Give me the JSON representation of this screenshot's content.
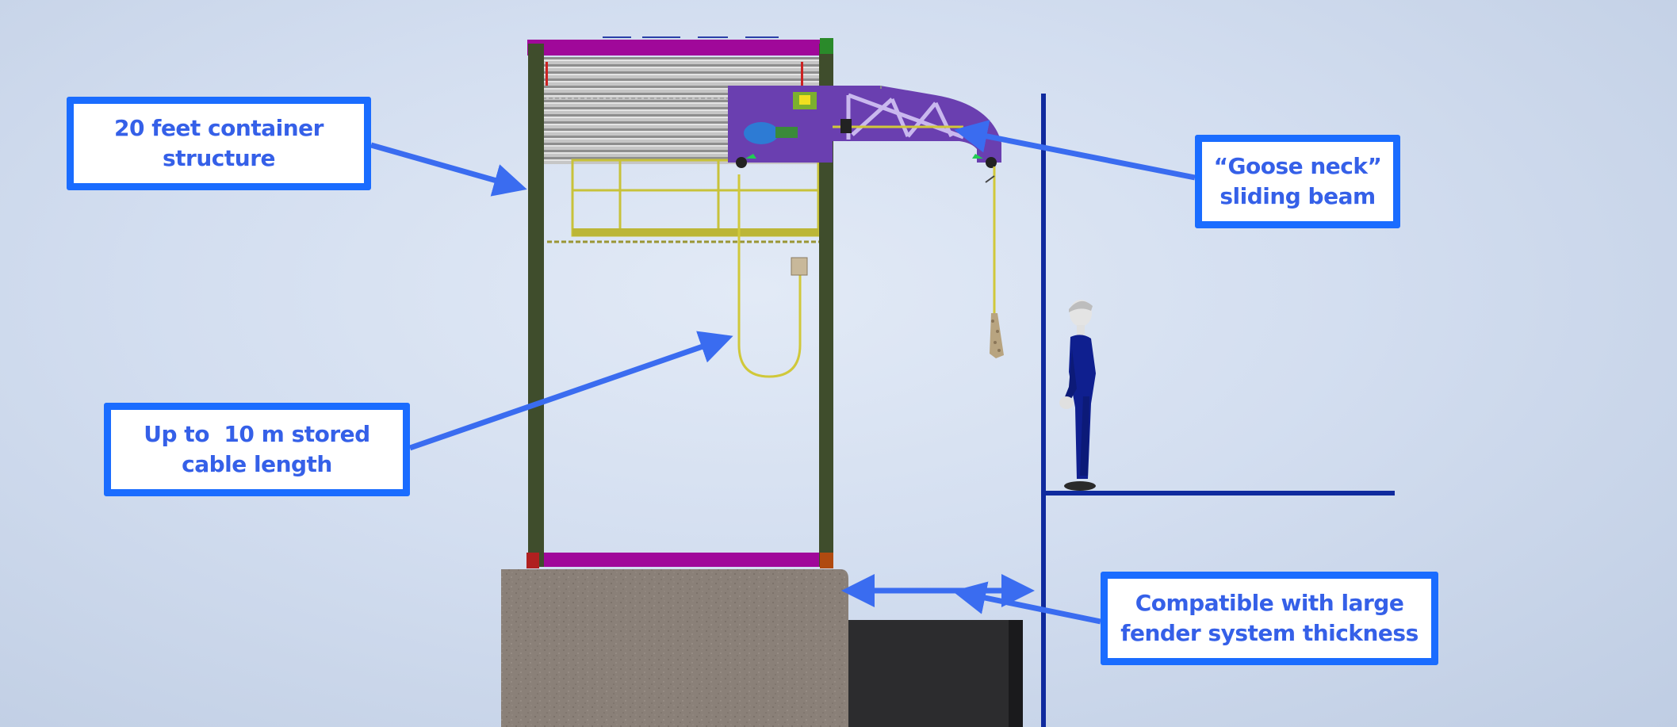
{
  "callouts": {
    "container": {
      "line1": "20 feet container",
      "line2": "structure"
    },
    "cable": {
      "line1": "Up to  10 m stored",
      "line2": "cable length"
    },
    "gooseneck": {
      "line1": "“Goose neck”",
      "line2": "sliding beam"
    },
    "fender": {
      "line1": "Compatible with large",
      "line2": "fender system thickness"
    }
  },
  "colors": {
    "callout_border": "#1a6cff",
    "callout_text": "#3560e8",
    "arrow": "#3a6cf0",
    "frame_post": "#3f4d2c",
    "frame_beam": "#a0089a",
    "boom": "#6a3fb0",
    "walkway": "#c8c23a",
    "cable": "#d0c83a",
    "quay": "#8a8078",
    "fender": "#2c2c2e",
    "vessel_hull": "#0f2a9e",
    "person": "#0f1f8f"
  },
  "icons": {
    "arrowhead": "arrowhead-icon"
  }
}
